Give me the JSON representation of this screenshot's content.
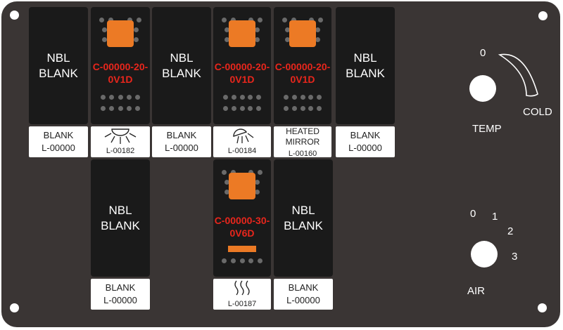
{
  "colors": {
    "panel": "#3a3534",
    "switch": "#1a1a1a",
    "led": "#ec7a25",
    "code": "#e8261c"
  },
  "switches_top": [
    {
      "type": "blank",
      "line1": "NBL",
      "line2": "BLANK",
      "label_line1": "BLANK",
      "label_line2": "L-00000"
    },
    {
      "type": "lit",
      "code_line1": "C-00000-20-",
      "code_line2": "0V1D",
      "icon": "dome-light-icon",
      "label_code": "L-00182"
    },
    {
      "type": "blank",
      "line1": "NBL",
      "line2": "BLANK",
      "label_line1": "BLANK",
      "label_line2": "L-00000"
    },
    {
      "type": "lit",
      "code_line1": "C-00000-20-",
      "code_line2": "0V1D",
      "icon": "spotlight-icon",
      "label_code": "L-00184"
    },
    {
      "type": "lit",
      "code_line1": "C-00000-20-",
      "code_line2": "0V1D",
      "label_line1": "HEATED",
      "label_line2": "MIRROR",
      "label_code": "L-00160"
    },
    {
      "type": "blank",
      "line1": "NBL",
      "line2": "BLANK",
      "label_line1": "BLANK",
      "label_line2": "L-00000"
    }
  ],
  "switches_bottom": [
    {
      "type": "blank",
      "line1": "NBL",
      "line2": "BLANK",
      "label_line1": "BLANK",
      "label_line2": "L-00000"
    },
    {
      "type": "lit",
      "code_line1": "C-00000-30-",
      "code_line2": "0V6D",
      "icon": "heat-waves-icon",
      "label_code": "L-00187"
    },
    {
      "type": "blank",
      "line1": "NBL",
      "line2": "BLANK",
      "label_line1": "BLANK",
      "label_line2": "L-00000"
    }
  ],
  "temp": {
    "label": "TEMP",
    "min": "0",
    "max": "COLD"
  },
  "air": {
    "label": "AIR",
    "levels": [
      "0",
      "1",
      "2",
      "3"
    ]
  }
}
